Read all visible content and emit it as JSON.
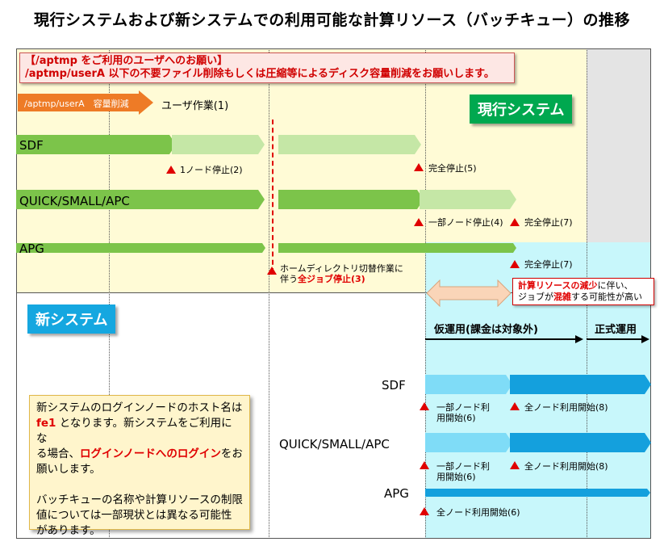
{
  "title": "現行システムおよび新システムでの利用可能な計算リソース（バッチキュー）の推移",
  "notice": {
    "line1": "【/aptmp をご利用のユーザへのお願い】",
    "line2": "/aptmp/userA 以下の不要ファイル削除もしくは圧縮等によるディスク容量削減をお願いします。"
  },
  "aptmp_arrow_label": "/aptmp/userA　容量削減",
  "user_work_label": "ユーザ作業(1)",
  "current_system_label": "現行システム",
  "new_system_label": "新システム",
  "current_queues": [
    "SDF",
    "QUICK/SMALL/APC",
    "APG"
  ],
  "new_queues": [
    "SDF",
    "QUICK/SMALL/APC",
    "APG"
  ],
  "events": {
    "sdf_node_stop": "1ノード停止(2)",
    "sdf_full_stop": "完全停止(5)",
    "qsa_partial_stop": "一部ノード停止(4)",
    "qsa_full_stop": "完全停止(7)",
    "apg_full_stop": "完全停止(7)",
    "home_switch_1": "ホームディレクトリ切替作業に",
    "home_switch_2a": "伴う",
    "home_switch_2b": "全ジョブ停止(3)",
    "new_partial_1": "一部ノード利",
    "new_partial_2": "用開始(6)",
    "new_full_start": "全ノード利用開始(8)",
    "apg_new_full_start": "全ノード利用開始(6)"
  },
  "callout": {
    "p1": "計算リソースの減少",
    "p2": "に伴い、",
    "p3": "ジョブが",
    "p4": "混雑",
    "p5": "する可能性が高い"
  },
  "phases": {
    "trial": "仮運用(課金は対象外)",
    "official": "正式運用"
  },
  "info": {
    "l1": "新システムのログインノードのホスト名は",
    "l2_red": "fe1",
    "l2_rest": " となります。新システムをご利用にな",
    "l3_pre": "る場合、",
    "l3_red": "ログインノードへのログイン",
    "l3_post": "をお",
    "l4": "願いします。",
    "l5": "バッチキューの名称や計算リソースの制限",
    "l6": "値については一部現状とは異なる可能性",
    "l7": "があります。"
  },
  "colors": {
    "green_dark": "#7cc44a",
    "green_light": "#c5e7a6",
    "blue_light": "#7fdcf7",
    "blue_dark": "#14a0dd",
    "red": "#e00000",
    "orange": "#ee7b26"
  }
}
